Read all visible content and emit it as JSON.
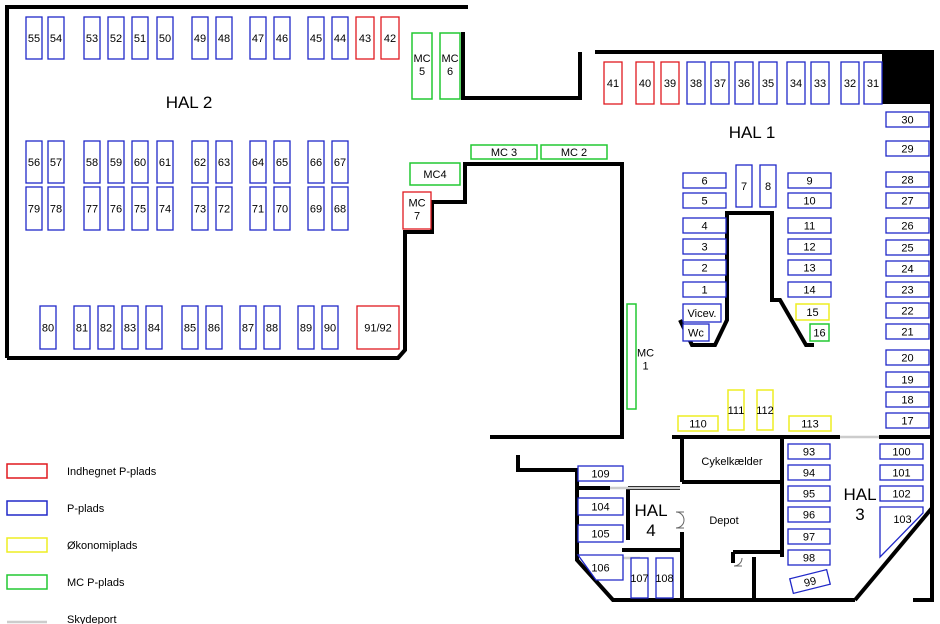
{
  "colors": {
    "fenced": "#e0191f",
    "regular": "#2028c8",
    "economy": "#eeee22",
    "mc": "#22c832",
    "sliding_door": "#cccccc",
    "wall": "#000000"
  },
  "halls": [
    "HAL 2",
    "HAL 1",
    "HAL 3",
    "HAL 4"
  ],
  "rooms": [
    "Cykelkælder",
    "Depot"
  ],
  "spots": {
    "fenced": [
      "43",
      "42",
      "41",
      "40",
      "39",
      "MC 7",
      "91/92"
    ],
    "regular": [
      "55",
      "54",
      "53",
      "52",
      "51",
      "50",
      "49",
      "48",
      "47",
      "46",
      "45",
      "44",
      "56",
      "57",
      "58",
      "59",
      "60",
      "61",
      "62",
      "63",
      "64",
      "65",
      "66",
      "67",
      "79",
      "78",
      "77",
      "76",
      "75",
      "74",
      "73",
      "72",
      "71",
      "70",
      "69",
      "68",
      "80",
      "81",
      "82",
      "83",
      "84",
      "85",
      "86",
      "87",
      "88",
      "89",
      "90",
      "38",
      "37",
      "36",
      "35",
      "34",
      "33",
      "32",
      "31",
      "30",
      "29",
      "28",
      "27",
      "26",
      "25",
      "24",
      "23",
      "22",
      "21",
      "20",
      "19",
      "18",
      "17",
      "6",
      "5",
      "4",
      "3",
      "2",
      "1",
      "7",
      "8",
      "9",
      "10",
      "11",
      "12",
      "13",
      "14",
      "93",
      "94",
      "95",
      "96",
      "97",
      "98",
      "99",
      "100",
      "101",
      "102",
      "103",
      "109",
      "104",
      "105",
      "106",
      "107",
      "108",
      "Vicev.",
      "Wc"
    ],
    "economy": [
      "15",
      "110",
      "111",
      "112",
      "113"
    ],
    "mc": [
      "MC 5",
      "MC 6",
      "MC 3",
      "MC 2",
      "MC4",
      "MC 1",
      "16"
    ]
  },
  "legend": [
    {
      "label": "Indhegnet P-plads",
      "kind": "fenced"
    },
    {
      "label": "P-plads",
      "kind": "regular"
    },
    {
      "label": "Økonomiplads",
      "kind": "economy"
    },
    {
      "label": "MC P-plads",
      "kind": "mc"
    },
    {
      "label": "Skydeport",
      "kind": "sliding_door"
    }
  ]
}
